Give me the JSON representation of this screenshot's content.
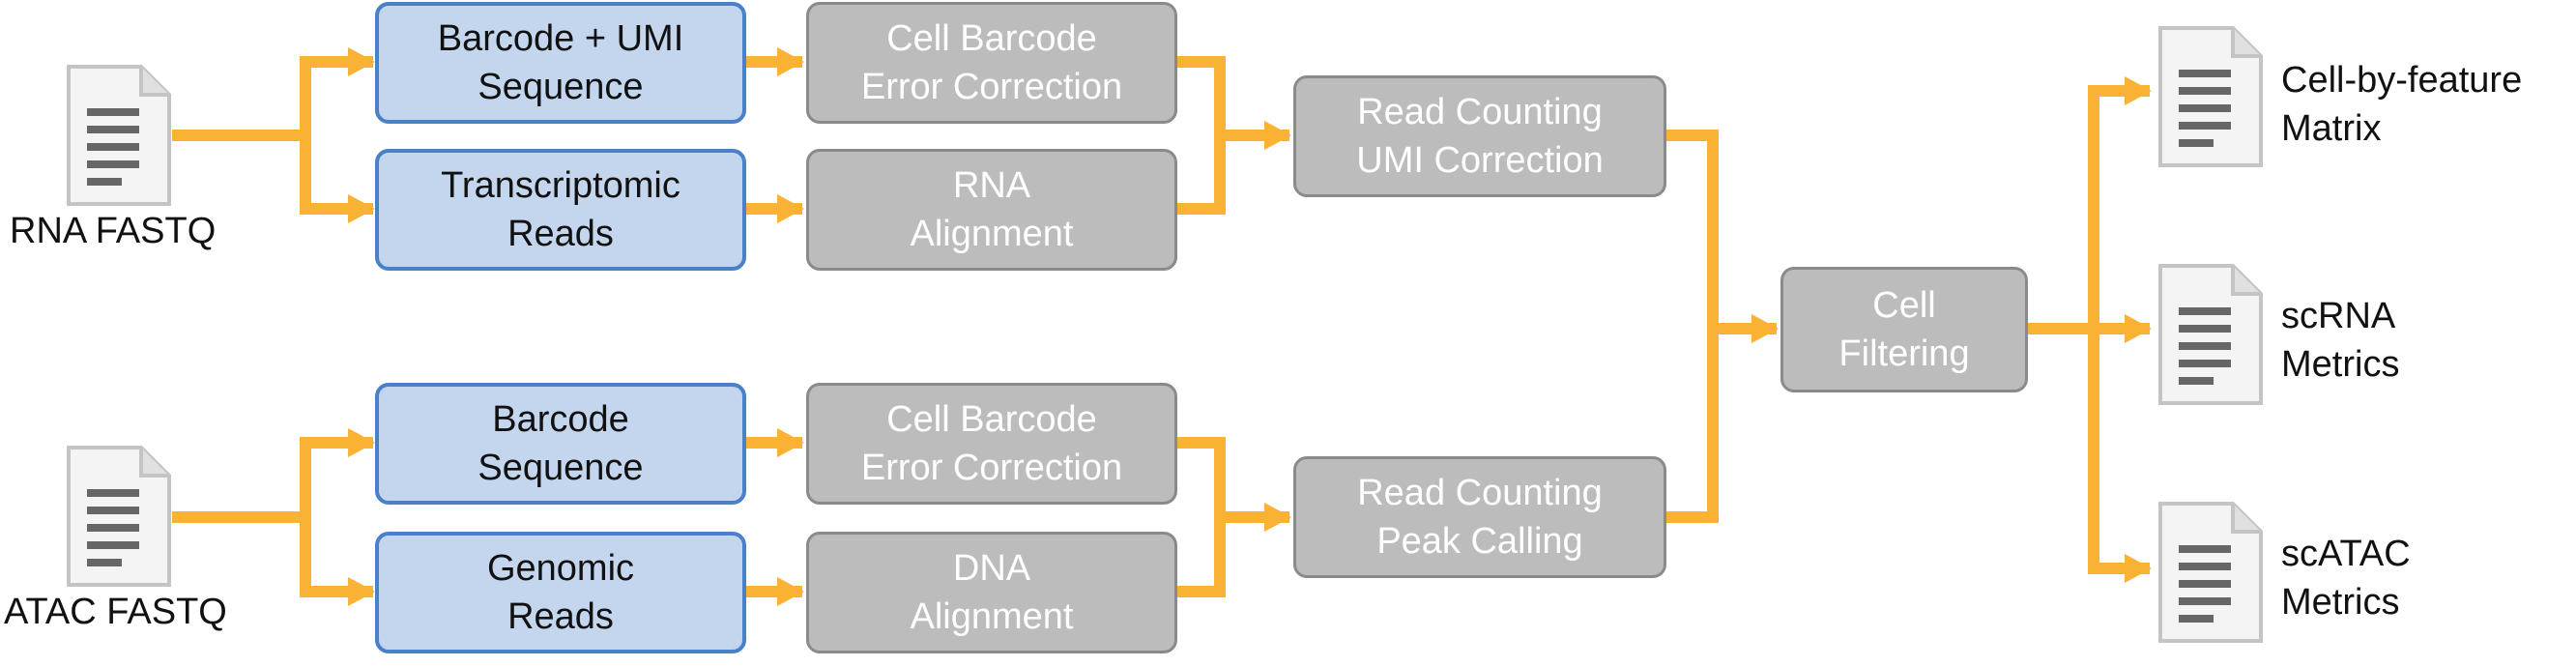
{
  "colors": {
    "accent": "#f9b233",
    "input_fill": "#c3d6ee",
    "input_border": "#4a80c8",
    "process_fill": "#bcbcbc",
    "process_border": "#8a8a8a",
    "file_icon": "#666666"
  },
  "inputs": {
    "rna": {
      "label": "RNA FASTQ",
      "icon": "document-icon"
    },
    "atac": {
      "label": "ATAC FASTQ",
      "icon": "document-icon"
    }
  },
  "reads": {
    "rna_barcode": {
      "line1": "Barcode + UMI",
      "line2": "Sequence"
    },
    "rna_transcriptomic": {
      "line1": "Transcriptomic",
      "line2": "Reads"
    },
    "atac_barcode": {
      "line1": "Barcode",
      "line2": "Sequence"
    },
    "atac_genomic": {
      "line1": "Genomic",
      "line2": "Reads"
    }
  },
  "processes": {
    "rna_bc_correction": {
      "line1": "Cell Barcode",
      "line2": "Error Correction"
    },
    "rna_alignment": {
      "line1": "RNA",
      "line2": "Alignment"
    },
    "atac_bc_correction": {
      "line1": "Cell Barcode",
      "line2": "Error Correction"
    },
    "dna_alignment": {
      "line1": "DNA",
      "line2": "Alignment"
    },
    "rna_counting": {
      "line1": "Read Counting",
      "line2": "UMI Correction"
    },
    "atac_counting": {
      "line1": "Read Counting",
      "line2": "Peak Calling"
    },
    "cell_filtering": {
      "line1": "Cell",
      "line2": "Filtering"
    }
  },
  "outputs": [
    {
      "line1": "Cell-by-feature",
      "line2": "Matrix",
      "icon": "document-icon"
    },
    {
      "line1": "scRNA",
      "line2": "Metrics",
      "icon": "document-icon"
    },
    {
      "line1": "scATAC",
      "line2": "Metrics",
      "icon": "document-icon"
    }
  ]
}
